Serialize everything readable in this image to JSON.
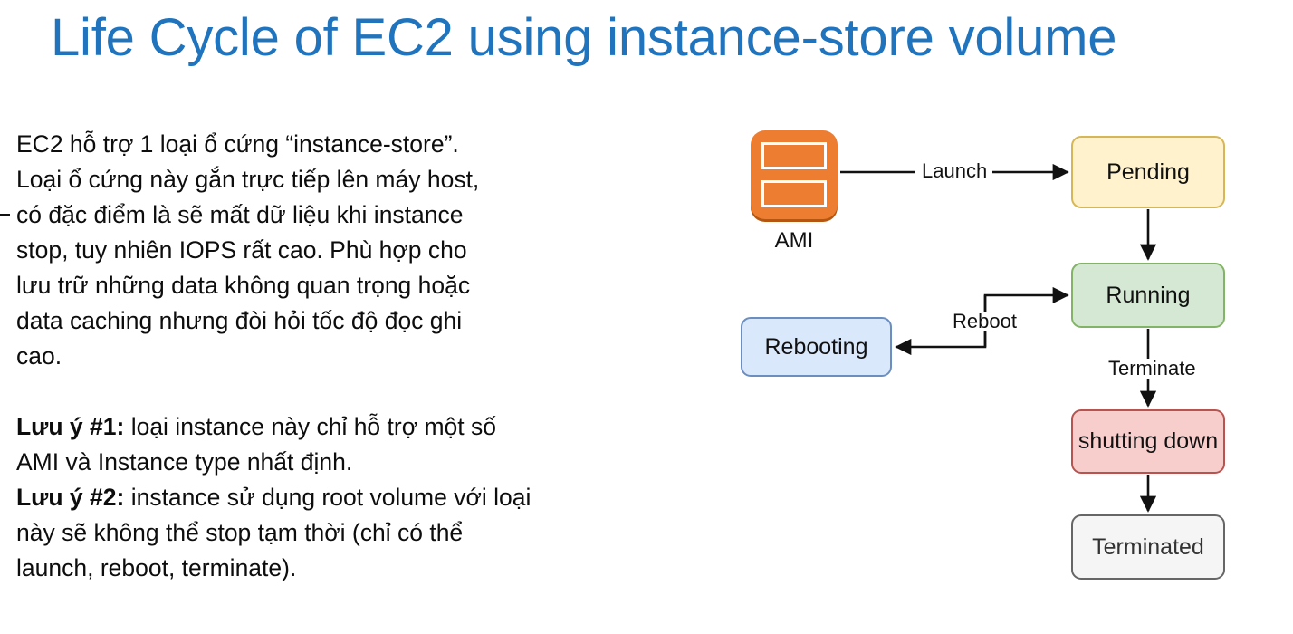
{
  "title": "Life Cycle of EC2 using instance-store volume",
  "theme": {
    "title_color": "#1f74bd",
    "ami_orange": "#ed7d31",
    "pending_fill": "#fff2cc",
    "pending_border": "#d6b656",
    "running_fill": "#d5e8d4",
    "running_border": "#82b366",
    "shutting_fill": "#f8cecc",
    "shutting_border": "#b85450",
    "terminated_fill": "#f5f5f5",
    "terminated_border": "#666666",
    "rebooting_fill": "#dae8fc",
    "rebooting_border": "#6c8ebf"
  },
  "body": {
    "paragraph1_lines": [
      "EC2 hỗ trợ 1 loại ổ cứng “instance-store”.",
      "Loại ổ cứng này gắn trực tiếp lên máy host,",
      "có đặc điểm là sẽ mất dữ liệu khi instance",
      "stop, tuy nhiên IOPS rất cao. Phù hợp cho",
      "lưu trữ những data không quan trọng hoặc",
      "data caching nhưng đòi hỏi tốc độ đọc ghi",
      "cao."
    ],
    "note1_lead": "Lưu ý #1:",
    "note1_text": " loại instance này chỉ hỗ trợ một số AMI và Instance type nhất định.",
    "note2_lead": "Lưu ý #2:",
    "note2_text": " instance sử dụng root volume với loại này sẽ không thể stop tạm thời (chỉ có thể launch, reboot, terminate)."
  },
  "diagram": {
    "type": "state-diagram",
    "nodes": [
      {
        "id": "ami",
        "label": "AMI"
      },
      {
        "id": "pending",
        "label": "Pending"
      },
      {
        "id": "running",
        "label": "Running"
      },
      {
        "id": "rebooting",
        "label": "Rebooting"
      },
      {
        "id": "shutting",
        "label": "shutting down"
      },
      {
        "id": "terminated",
        "label": "Terminated"
      }
    ],
    "edges": [
      {
        "from": "ami",
        "to": "pending",
        "label": "Launch"
      },
      {
        "from": "pending",
        "to": "running",
        "label": ""
      },
      {
        "from": "running",
        "to": "rebooting",
        "label": "Reboot"
      },
      {
        "from": "rebooting",
        "to": "running",
        "label": "Reboot"
      },
      {
        "from": "running",
        "to": "shutting",
        "label": "Terminate"
      },
      {
        "from": "shutting",
        "to": "terminated",
        "label": ""
      }
    ]
  }
}
